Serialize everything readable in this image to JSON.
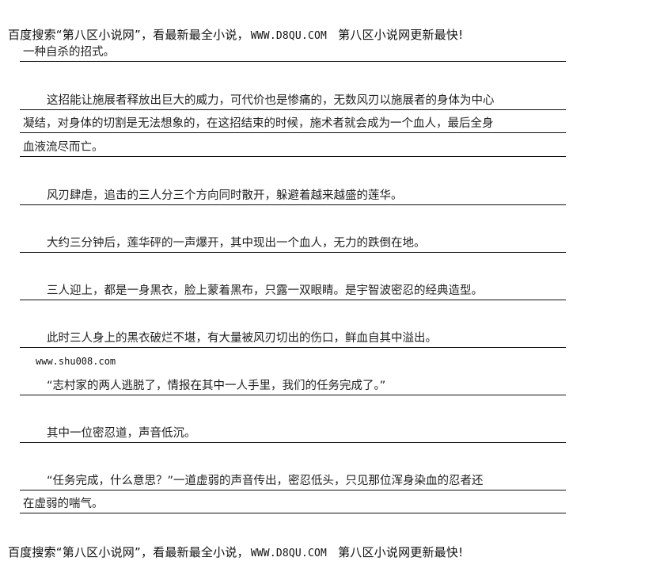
{
  "header_banner": {
    "text1": "百度搜索“第八区小说网”，看最新最全小说，",
    "url": "WWW.D8QU.COM",
    "text2": "第八区小说网更新最快!"
  },
  "footer_banner": {
    "text1": "百度搜索“第八区小说网”，看最新最全小说，",
    "url": "WWW.D8QU.COM",
    "text2": "第八区小说网更新最快!"
  },
  "watermark": "www.shu008.com",
  "lines": [
    "一种自杀的招式。",
    "这招能让施展者释放出巨大的威力，可代价也是惨痛的，无数风刃以施展者的身体为中心",
    "凝结，对身体的切割是无法想象的，在这招结束的时候，施术者就会成为一个血人，最后全身",
    "血液流尽而亡。",
    "风刃肆虐，追击的三人分三个方向同时散开，躲避着越来越盛的莲华。",
    "大约三分钟后，莲华砰的一声爆开，其中现出一个血人，无力的跌倒在地。",
    "三人迎上，都是一身黑衣，脸上蒙着黑布，只露一双眼睛。是宇智波密忍的经典造型。",
    "此时三人身上的黑衣破烂不堪，有大量被风刃切出的伤口，鲜血自其中溢出。",
    "“志村家的两人逃脱了，情报在其中一人手里，我们的任务完成了。”",
    "其中一位密忍道，声音低沉。",
    "“任务完成，什么意思？”一道虚弱的声音传出，密忍低头，只见那位浑身染血的忍者还",
    "在虚弱的喘气。"
  ]
}
